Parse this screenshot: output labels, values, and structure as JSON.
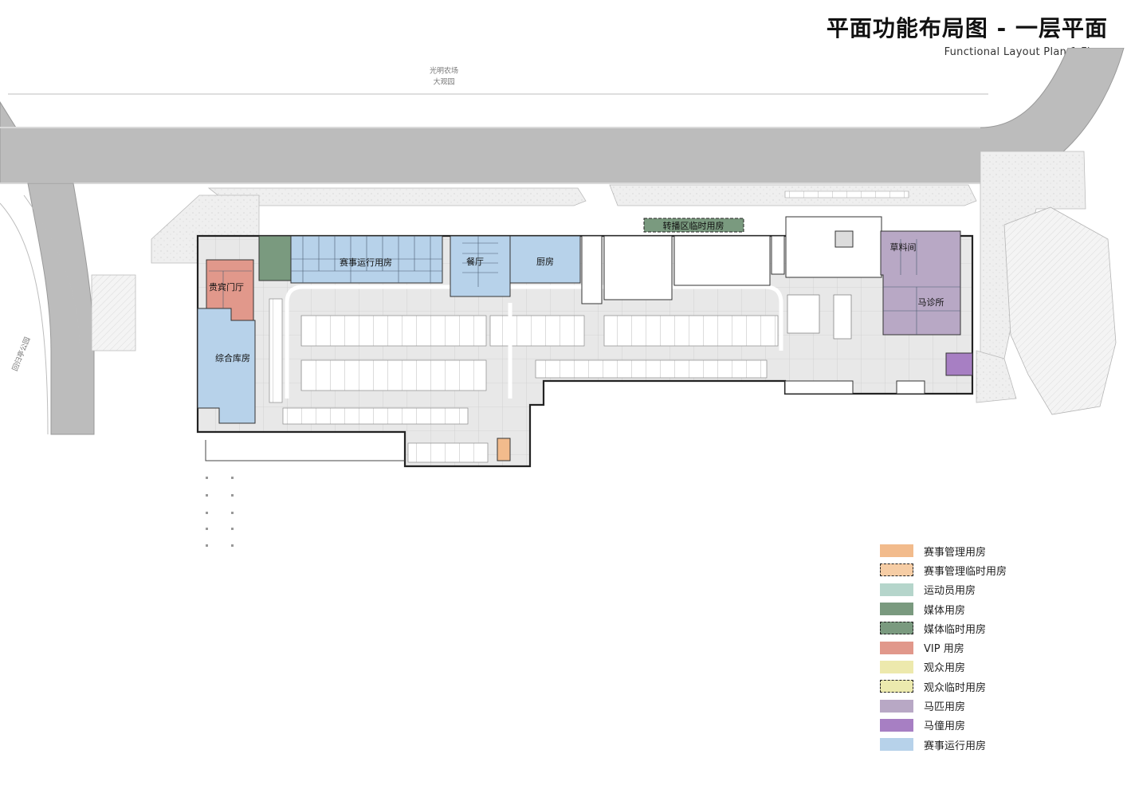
{
  "title": {
    "cn": "平面功能布局图 - 一层平面",
    "en": "Functional Layout Plan-1 Floor"
  },
  "road_labels": {
    "farm_line1": "光明农场",
    "farm_line2": "大观园",
    "park": "回归亭公园"
  },
  "rooms": {
    "vip_lobby": "贵宾门厅",
    "warehouse": "综合库房",
    "event_ops": "赛事运行用房",
    "dining": "餐厅",
    "kitchen": "厨房",
    "broadcast": "转播区临时用房",
    "hay": "草料间",
    "clinic": "马诊所"
  },
  "legend": [
    {
      "label": "赛事管理用房",
      "color": "#f2bb8c",
      "dashed": false
    },
    {
      "label": "赛事管理临时用房",
      "color": "#f6cda5",
      "dashed": true
    },
    {
      "label": "运动员用房",
      "color": "#b5d5cb",
      "dashed": false
    },
    {
      "label": "媒体用房",
      "color": "#7a9a7f",
      "dashed": false
    },
    {
      "label": "媒体临时用房",
      "color": "#7a9a7f",
      "dashed": true
    },
    {
      "label": "VIP 用房",
      "color": "#e1988b",
      "dashed": false
    },
    {
      "label": "观众用房",
      "color": "#ede9ad",
      "dashed": false
    },
    {
      "label": "观众临时用房",
      "color": "#eceaae",
      "dashed": true
    },
    {
      "label": "马匹用房",
      "color": "#b8a8c5",
      "dashed": false
    },
    {
      "label": "马僮用房",
      "color": "#a77fc3",
      "dashed": false
    },
    {
      "label": "赛事运行用房",
      "color": "#b7d2ea",
      "dashed": false
    }
  ]
}
